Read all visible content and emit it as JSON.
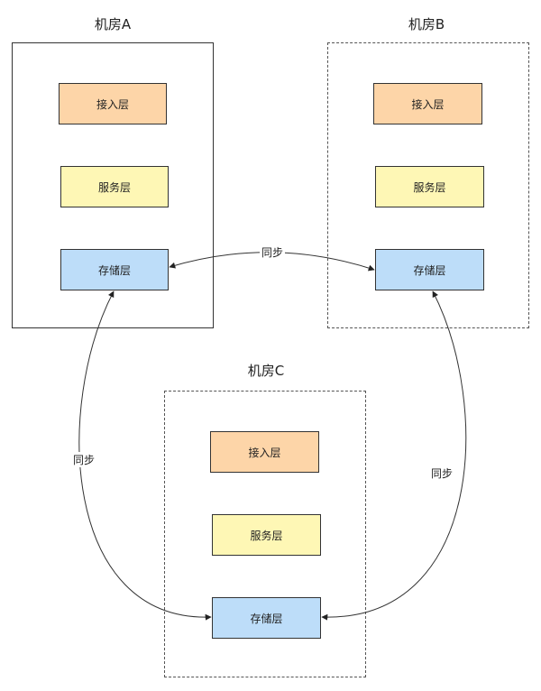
{
  "datacenters": {
    "a": {
      "title": "机房A",
      "access": "接入层",
      "service": "服务层",
      "storage": "存储层"
    },
    "b": {
      "title": "机房B",
      "access": "接入层",
      "service": "服务层",
      "storage": "存储层"
    },
    "c": {
      "title": "机房C",
      "access": "接入层",
      "service": "服务层",
      "storage": "存储层"
    }
  },
  "sync": {
    "ab": "同步",
    "ac": "同步",
    "bc": "同步"
  },
  "colors": {
    "access_layer": "#fdd5a8",
    "service_layer": "#fef7b5",
    "storage_layer": "#bdddf9",
    "border": "#333333"
  }
}
